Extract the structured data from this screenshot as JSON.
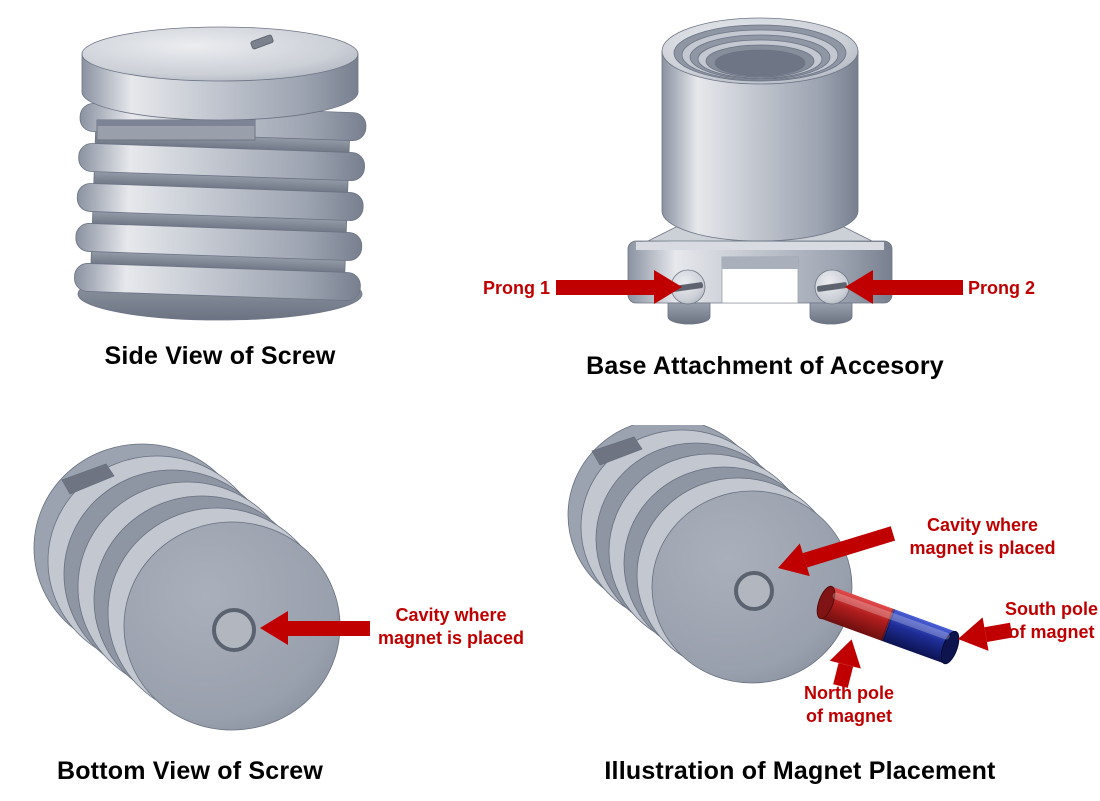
{
  "colors": {
    "annotation_red": "#c00000",
    "caption_text": "#000000",
    "metal_gray": "#b6bbc6",
    "magnet_north_red": "#b01d1d",
    "magnet_south_blue": "#1e2d96"
  },
  "panels": {
    "side_view": {
      "caption": "Side View of Screw"
    },
    "base_attachment": {
      "caption": "Base Attachment of Accesory",
      "prong1_label": "Prong 1",
      "prong2_label": "Prong 2"
    },
    "bottom_view": {
      "caption": "Bottom View of Screw",
      "cavity_label": "Cavity where magnet is placed"
    },
    "magnet_placement": {
      "caption": "Illustration of Magnet Placement",
      "cavity_label": "Cavity where magnet is placed",
      "south_pole_label": "South pole of magnet",
      "north_pole_label": "North pole of magnet"
    }
  }
}
